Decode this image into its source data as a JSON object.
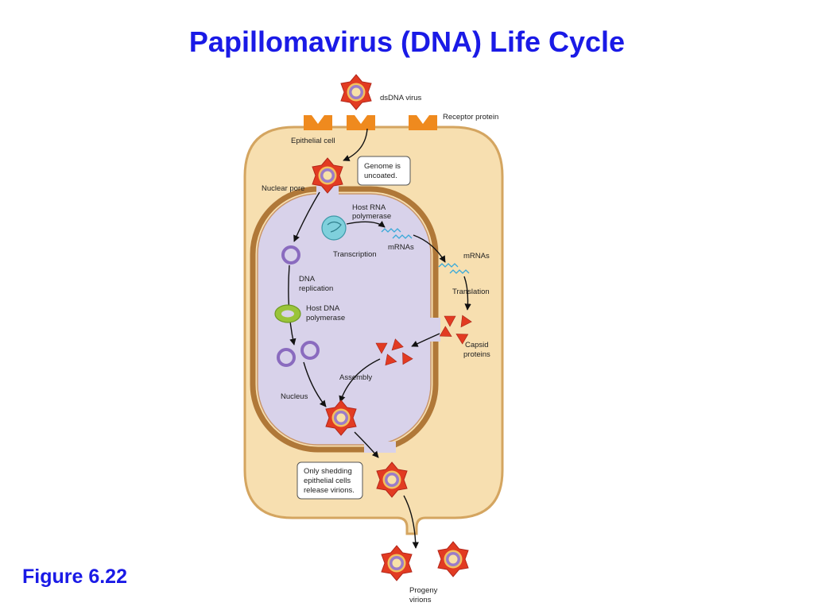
{
  "title": "Papillomavirus (DNA) Life Cycle",
  "figure_label": "Figure 6.22",
  "colors": {
    "title": "#1a1ae6",
    "cell_fill": "#f7dfb0",
    "cell_border": "#d4a560",
    "nucleus_fill": "#d8d2ea",
    "nucleus_border": "#b07838",
    "receptor": "#ef8a1e",
    "virus_star": "#e23b22",
    "virus_ring": "#9b7cc8",
    "mrna": "#39a9d9",
    "rna_polymerase": "#7fd0dc",
    "dna_polymerase": "#9ac43a"
  },
  "labels": {
    "dsdna_virus": "dsDNA virus",
    "receptor_protein": "Receptor protein",
    "epithelial_cell": "Epithelial cell",
    "genome_uncoated_1": "Genome is",
    "genome_uncoated_2": "uncoated.",
    "nuclear_pore": "Nuclear pore",
    "host_rna_pol_1": "Host RNA",
    "host_rna_pol_2": "polymerase",
    "mrnas_inner": "mRNAs",
    "transcription": "Transcription",
    "mrnas_outer": "mRNAs",
    "translation": "Translation",
    "dna_replication_1": "DNA",
    "dna_replication_2": "replication",
    "host_dna_pol_1": "Host DNA",
    "host_dna_pol_2": "polymerase",
    "capsid_proteins_1": "Capsid",
    "capsid_proteins_2": "proteins",
    "assembly": "Assembly",
    "nucleus": "Nucleus",
    "shedding_1": "Only shedding",
    "shedding_2": "epithelial cells",
    "shedding_3": "release virions.",
    "progeny_1": "Progeny",
    "progeny_2": "virions"
  }
}
